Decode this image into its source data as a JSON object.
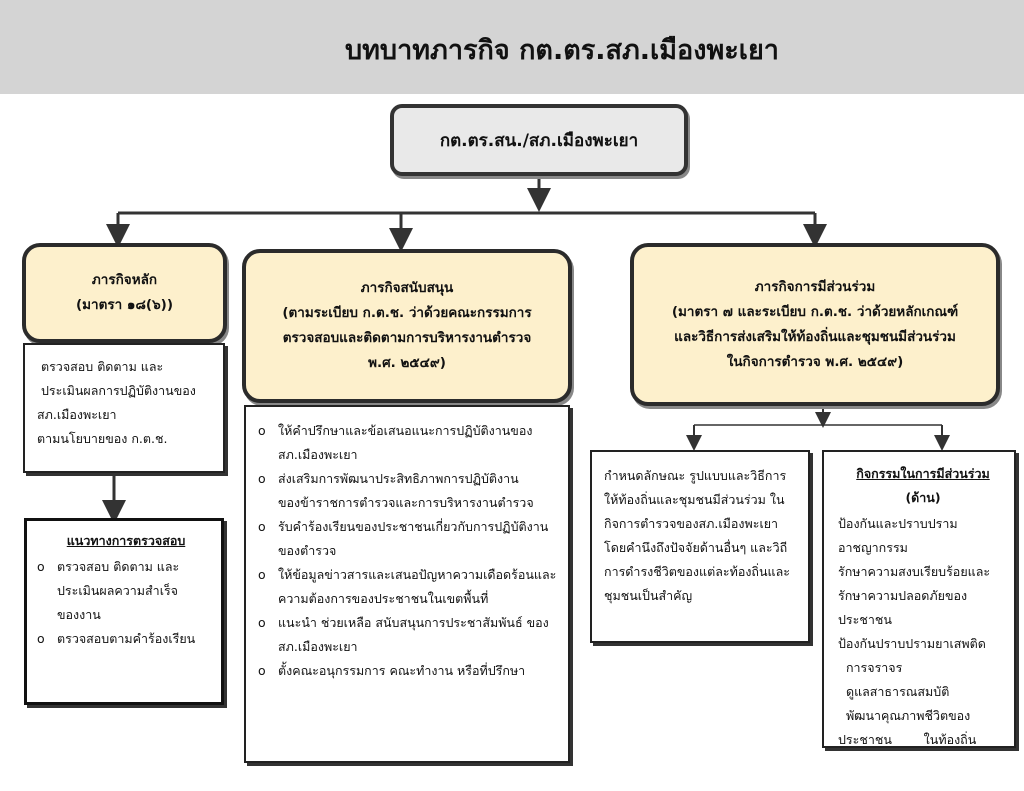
{
  "title": "บทบาทภารกิจ กต.ตร.สภ.เมืองพะเยา",
  "root": {
    "label": "กต.ตร.สน./สภ.เมืองพะเยา"
  },
  "branches": [
    {
      "lines": [
        "ภารกิจหลัก",
        "(มาตรา ๑๘(๖))"
      ]
    },
    {
      "lines": [
        "ภารกิจสนับสนุน",
        "(ตามระเบียบ ก.ต.ช. ว่าด้วยคณะกรรมการ",
        "ตรวจสอบและติดตามการบริหารงานตำรวจ",
        "พ.ศ. ๒๕๔๙)"
      ]
    },
    {
      "lines": [
        "ภารกิจการมีส่วนร่วม",
        "(มาตรา ๗ และระเบียบ ก.ต.ช. ว่าด้วยหลักเกณฑ์",
        "และวิธีการส่งเสริมให้ท้องถิ่นและชุมชนมีส่วนร่วม",
        "ในกิจการตำรวจ พ.ศ. ๒๕๔๙)"
      ]
    }
  ],
  "main_duty": {
    "lines": [
      " ตรวจสอบ ติดตาม และ",
      " ประเมินผลการปฏิบัติงานของ",
      "สภ.เมืองพะเยา",
      "ตามนโยบายของ ก.ต.ช."
    ]
  },
  "inspection": {
    "title": "แนวทางการตรวจสอบ",
    "items": [
      {
        "marker": "o",
        "lines": [
          "ตรวจสอบ ติดตาม      และ",
          "ประเมินผลความสำเร็จ",
          "ของงาน"
        ]
      },
      {
        "marker": "o",
        "lines": [
          "ตรวจสอบตามคำร้องเรียน"
        ]
      }
    ]
  },
  "support": {
    "items": [
      {
        "marker": "o",
        "lines": [
          "ให้คำปรึกษาและข้อเสนอแนะการปฏิบัติงานของ",
          "สภ.เมืองพะเยา"
        ]
      },
      {
        "marker": "o",
        "lines": [
          "ส่งเสริมการพัฒนาประสิทธิภาพการปฏิบัติงาน",
          "ของข้าราชการตำรวจและการบริหารงานตำรวจ"
        ]
      },
      {
        "marker": "o",
        "lines": [
          "รับคำร้องเรียนของประชาชนเกี่ยวกับการปฏิบัติงาน",
          "ของตำรวจ"
        ]
      },
      {
        "marker": "o",
        "lines": [
          "ให้ข้อมูลข่าวสารและเสนอปัญหาความเดือดร้อนและ",
          "ความต้องการของประชาชนในเขตพื้นที่"
        ]
      },
      {
        "marker": "o",
        "lines": [
          "แนะนำ ช่วยเหลือ สนับสนุนการประชาสัมพันธ์ ของ",
          "สภ.เมืองพะเยา"
        ]
      },
      {
        "marker": "o",
        "lines": [
          "ตั้งคณะอนุกรรมการ คณะทำงาน หรือที่ปรึกษา"
        ]
      }
    ]
  },
  "participation_form": {
    "lines": [
      "กำหนดลักษณะ รูปแบบและวิธีการ",
      "ให้ท้องถิ่นและชุมชนมีส่วนร่วม ใน",
      "กิจการตำรวจของสภ.เมืองพะเยา",
      "โดยคำนึงถึงปัจจัยด้านอื่นๆ และวิถี",
      "การดำรงชีวิตของแต่ละท้องถิ่นและ",
      "ชุมชนเป็นสำคัญ"
    ]
  },
  "participation_activities": {
    "title": "กิจกรรมในการมีส่วนร่วม",
    "subtitle": "(ด้าน)",
    "lines": [
      "ป้องกันและปราบปราม",
      "อาชญากรรม",
      "รักษาความสงบเรียบร้อยและ",
      "รักษาความปลอดภัยของ",
      "ประชาชน",
      "ป้องกันปราบปรามยาเสพติด",
      "  การจราจร",
      "  ดูแลสาธารณสมบัติ",
      "  พัฒนาคุณภาพชีวิตของ",
      "ประชาชน        ในท้องถิ่น"
    ]
  }
}
